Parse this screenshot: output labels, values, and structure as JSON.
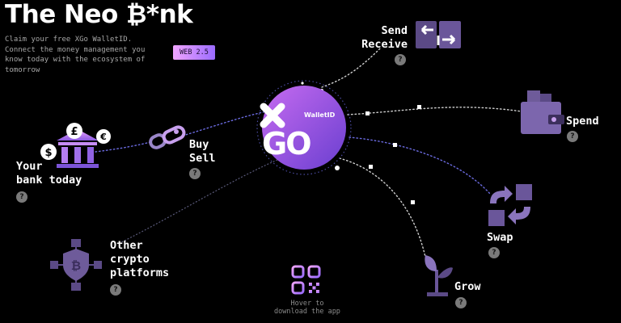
{
  "header": {
    "title": "The Neo ₿*nk",
    "tagline": "Claim your free XGo WalletID. Connect the money management you know today with the ecosystem of tomorrow",
    "badge": "WEB 2.5"
  },
  "hub": {
    "label": "WalletID",
    "logo_text": "GO"
  },
  "nodes": {
    "bank": {
      "label": "Your\nbank today",
      "icon": "bank-icon"
    },
    "buy_sell": {
      "label": "Buy\nSell",
      "icon": "chain-link-icon"
    },
    "send_receive": {
      "label": "Send\nReceive",
      "icon": "arrows-exchange-icon"
    },
    "spend": {
      "label": "Spend",
      "icon": "wallet-icon"
    },
    "swap": {
      "label": "Swap",
      "icon": "swap-icon"
    },
    "grow": {
      "label": "Grow",
      "icon": "plant-icon"
    },
    "crypto": {
      "label": "Other\ncrypto\nplatforms",
      "icon": "bitcoin-shield-icon"
    }
  },
  "help_glyph": "?",
  "qr": {
    "hint": "Hover to\ndownload the app",
    "icon": "qr-code-icon"
  },
  "colors": {
    "accent_pink": "#f0a5ff",
    "accent_purple": "#9b6bff",
    "icon_purple": "#5b4a86"
  }
}
